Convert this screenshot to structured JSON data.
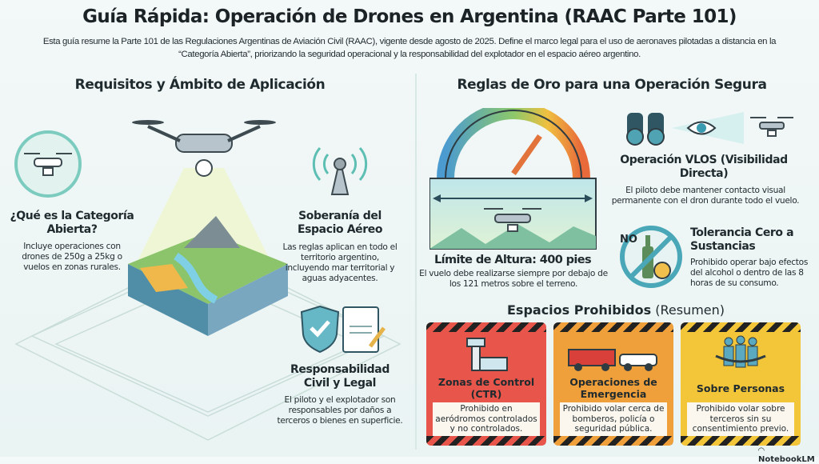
{
  "title": "Guía Rápida: Operación de Drones en Argentina (RAAC Parte 101)",
  "subtitle": "Esta guía resume la Parte 101 de las Regulaciones Argentinas de Aviación Civil (RAAC), vigente desde agosto de 2025. Define el marco legal para el uso de aeronaves pilotadas a distancia en la “Categoría Abierta”, priorizando la seguridad operacional y la responsabilidad del explotador en el espacio aéreo argentino.",
  "left": {
    "heading": "Requisitos y Ámbito de Aplicación",
    "items": [
      {
        "title": "¿Qué es la Categoría Abierta?",
        "body": "Incluye operaciones con drones de 250g a 25kg o vuelos en zonas rurales.",
        "icon": "drone-icon"
      },
      {
        "title": "Soberanía del Espacio Aéreo",
        "body": "Las reglas aplican en todo el territorio argentino, incluyendo mar territorial y aguas adyacentes.",
        "icon": "antenna-icon"
      },
      {
        "title": "Responsabilidad Civil y Legal",
        "body": "El piloto y el explotador son responsables por daños a terceros o bienes en superficie.",
        "icon": "shield-document-icon"
      }
    ]
  },
  "right": {
    "heading": "Reglas de Oro para una Operación Segura",
    "altitude": {
      "title": "Límite de Altura: 400 pies",
      "body": "El vuelo debe realizarse siempre por debajo de los 121 metros sobre el terreno."
    },
    "vlos": {
      "title": "Operación VLOS (Visibilidad Directa)",
      "body": "El piloto debe mantener contacto visual permanente con el dron durante todo el vuelo."
    },
    "substances": {
      "title": "Tolerancia Cero a Sustancias",
      "body": "Prohibido operar bajo efectos del alcohol o dentro de las 8 horas de su consumo.",
      "badge": "NO"
    },
    "prohibited": {
      "heading": "Espacios Prohibidos",
      "heading_suffix": "(Resumen)",
      "cards": [
        {
          "title": "Zonas de Control (CTR)",
          "body": "Prohibido en aeródromos controlados y no controlados.",
          "color": "#e8554a"
        },
        {
          "title": "Operaciones de Emergencia",
          "body": "Prohibido volar cerca de bomberos, policía o seguridad pública.",
          "color": "#f0a03a"
        },
        {
          "title": "Sobre Personas",
          "body": "Prohibido volar sobre terceros sin su consentimiento previo.",
          "color": "#f3c63a"
        }
      ]
    }
  },
  "footer": {
    "brand": "NotebookLM"
  }
}
